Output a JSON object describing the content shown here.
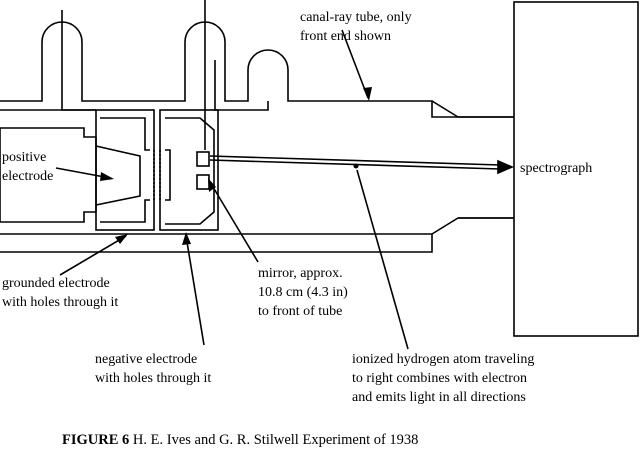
{
  "labels": {
    "tube": [
      "canal-ray tube, only",
      "front end shown"
    ],
    "positive": [
      "positive",
      "electrode"
    ],
    "spectrograph": "spectrograph",
    "grounded": [
      "grounded electrode",
      "with holes through it"
    ],
    "mirror": [
      "mirror, approx.",
      "10.8 cm  (4.3 in)",
      "to front of tube"
    ],
    "negative": [
      "negative electrode",
      "with holes through it"
    ],
    "ionized": [
      "ionized hydrogen atom traveling",
      "to right combines with electron",
      "and emits light in all directions"
    ]
  },
  "caption": {
    "figure": "FIGURE 6",
    "text": " H. E. Ives and G. R. Stilwell Experiment of 1938"
  }
}
